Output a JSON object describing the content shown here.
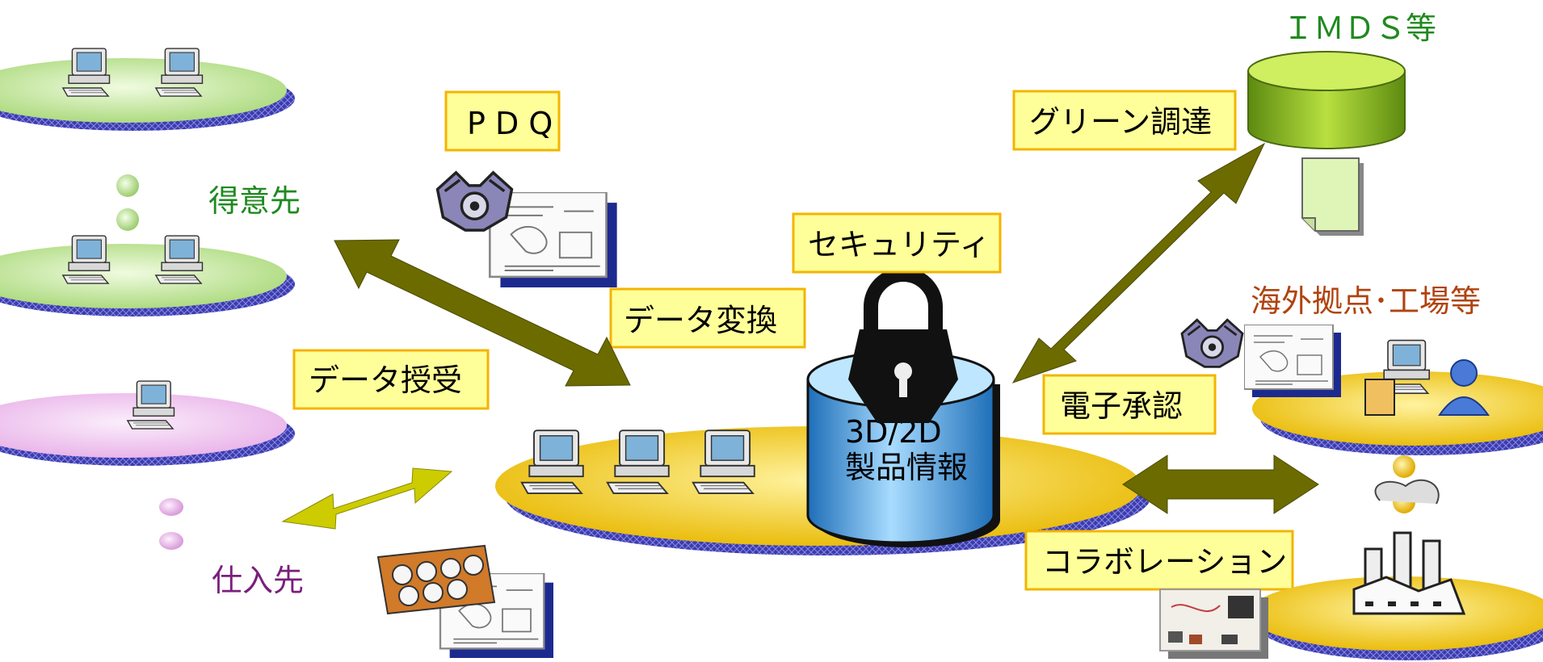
{
  "labels": {
    "pdq": "P D Q",
    "green_procurement": "グリーン調達",
    "imds": "ＩＭＤＳ等",
    "customers": "得意先",
    "security": "セキュリティ",
    "data_conversion": "データ変換",
    "data_exchange": "データ授受",
    "overseas": "海外拠点･工場等",
    "e_approval": "電子承認",
    "collaboration": "コラボレーション",
    "suppliers": "仕入先",
    "db_line1": "3D/2D",
    "db_line2": "製品情報"
  },
  "colors": {
    "label_box_fill": "#ffff99",
    "label_box_border": "#f3b400",
    "customer_green": "#1f8a1f",
    "supplier_purple": "#7a1f7a",
    "overseas_brown": "#b0430f",
    "arrow_olive": "#6b6b00",
    "arrow_yellow": "#cccc00",
    "ellipse_green": "#a8d878",
    "ellipse_pink": "#e8b0e8",
    "ellipse_gold": "#e8b800",
    "database_blue": "#4aa8e8",
    "imds_cylinder": "#8fbf20"
  },
  "icons": {
    "computer": "computer-icon",
    "lock": "lock-icon",
    "database": "database-icon",
    "cylinder": "imds-database-icon",
    "document": "document-icon",
    "engine": "engine-icon",
    "gasket": "gasket-icon",
    "drawing": "drawing-icon",
    "factory": "factory-icon",
    "user": "user-icon"
  }
}
